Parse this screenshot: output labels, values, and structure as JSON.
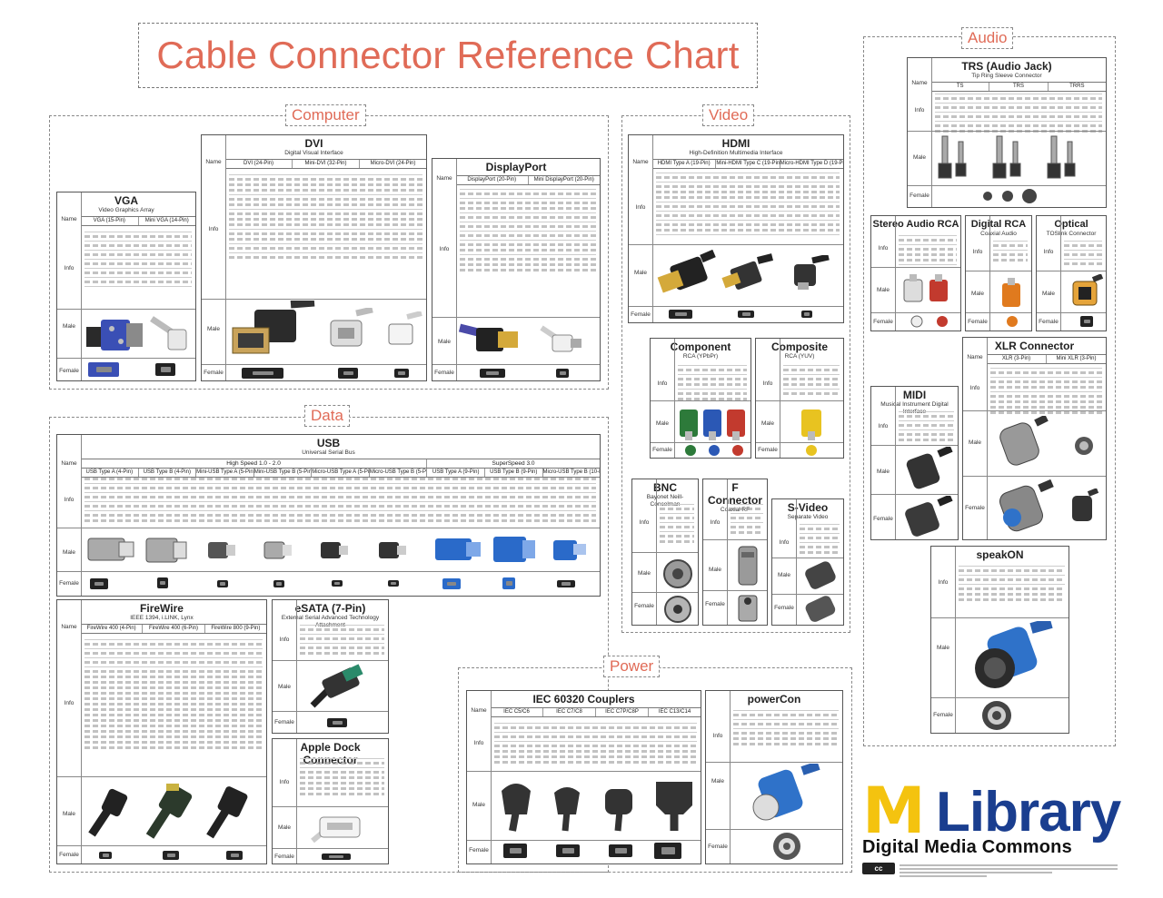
{
  "title": "Cable Connector Reference Chart",
  "sections": {
    "computer": "Computer",
    "video": "Video",
    "data": "Data",
    "power": "Power",
    "audio": "Audio"
  },
  "row_labels": {
    "name": "Name",
    "info": "Info",
    "male": "Male",
    "female": "Female"
  },
  "panels": {
    "vga": {
      "title": "VGA",
      "subtitle": "Video Graphics Array",
      "cols": [
        "VGA (15-Pin)",
        "Mini VGA (14-Pin)"
      ]
    },
    "dvi": {
      "title": "DVI",
      "subtitle": "Digital Visual Interface",
      "cols": [
        "DVI (24-Pin)",
        "Mini-DVI (32-Pin)",
        "Micro-DVI (24-Pin)"
      ]
    },
    "displayport": {
      "title": "DisplayPort",
      "cols": [
        "DisplayPort (20-Pin)",
        "Mini DisplayPort (20-Pin)"
      ]
    },
    "hdmi": {
      "title": "HDMI",
      "subtitle": "High-Definition Multimedia Interface",
      "cols": [
        "HDMI Type A (19-Pin)",
        "Mini-HDMI Type C (19-Pin)",
        "Micro-HDMI Type D (19-Pin)"
      ]
    },
    "component": {
      "title": "Component",
      "subtitle": "RCA (YPbPr)"
    },
    "composite": {
      "title": "Composite",
      "subtitle": "RCA (YUV)"
    },
    "bnc": {
      "title": "BNC",
      "subtitle": "Bayonet Neill-Concelman"
    },
    "fconnector": {
      "title": "F Connector",
      "subtitle": "Coaxial RF"
    },
    "svideo": {
      "title": "S-Video",
      "subtitle": "Separate Video"
    },
    "usb": {
      "title": "USB",
      "subtitle": "Universal Serial Bus",
      "group1": "High Speed 1.0 - 2.0",
      "group2": "SuperSpeed 3.0",
      "cols": [
        "USB Type A (4-Pin)",
        "USB Type B (4-Pin)",
        "Mini-USB Type A (5-Pin)",
        "Mini-USB Type B (5-Pin)",
        "Micro-USB Type A (5-Pin)",
        "Micro-USB Type B (5-Pin)",
        "USB Type A (9-Pin)",
        "USB Type B (9-Pin)",
        "Micro-USB Type B (10-Pin)"
      ]
    },
    "firewire": {
      "title": "FireWire",
      "subtitle": "IEEE 1394, i.LINK, Lynx",
      "cols": [
        "FireWire 400 (4-Pin)",
        "FireWire 400 (6-Pin)",
        "FireWire 800 (9-Pin)"
      ]
    },
    "esata": {
      "title": "eSATA (7-Pin)",
      "subtitle": "External Serial Advanced Technology Attachment"
    },
    "apple_dock": {
      "title": "Apple Dock Connector"
    },
    "iec": {
      "title": "IEC 60320 Couplers",
      "cols": [
        "IEC C5/C6",
        "IEC C7/C8",
        "IEC C7P/C8P",
        "IEC C13/C14"
      ]
    },
    "powercon": {
      "title": "powerCon"
    },
    "trs": {
      "title": "TRS (Audio Jack)",
      "subtitle": "Tip Ring Sleeve Connector",
      "cols": [
        "TS",
        "TRS",
        "TRRS"
      ]
    },
    "stereo_rca": {
      "title": "Stereo Audio RCA"
    },
    "digital_rca": {
      "title": "Digital RCA",
      "subtitle": "Coaxial Audio"
    },
    "optical": {
      "title": "Optical",
      "subtitle": "TOSlink Connector"
    },
    "xlr": {
      "title": "XLR Connector",
      "cols": [
        "XLR (3-Pin)",
        "Mini XLR (3-Pin)"
      ]
    },
    "midi": {
      "title": "MIDI",
      "subtitle": "Musical Instrument Digital Interface"
    },
    "speakon": {
      "title": "speakON"
    }
  },
  "logo": {
    "m": "M",
    "library": "Library",
    "dmc": "Digital Media Commons",
    "cc": "cc"
  },
  "colors": {
    "title": "#e06b57",
    "logo_blue": "#1a3e8f",
    "logo_yellow": "#f4c30f"
  }
}
